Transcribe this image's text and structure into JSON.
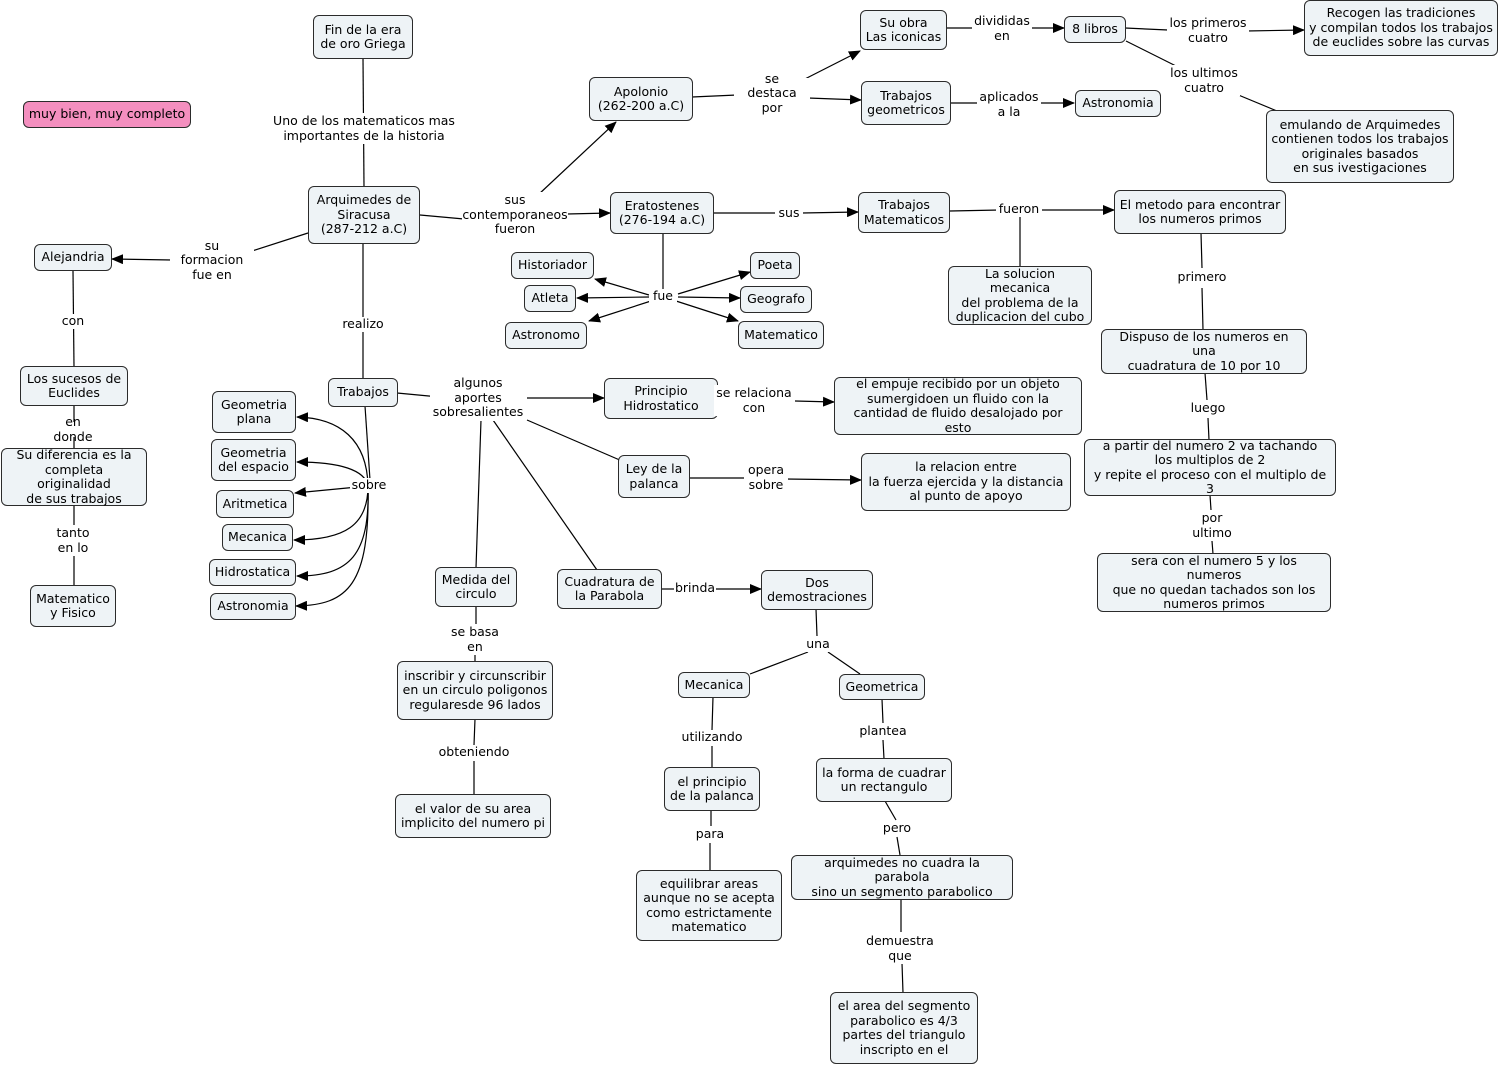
{
  "comment_note": "muy bien, muy completo",
  "nodes": {
    "fin_era": "Fin de la era\nde oro Griega",
    "arquimedes": "Arquimedes de\nSiracusa\n(287-212 a.C)",
    "alejandria": "Alejandria",
    "sucesos_euclides": "Los sucesos de\nEuclides",
    "diferencia": "Su diferencia es la\ncompleta originalidad\nde sus trabajos",
    "matematico_fisico": "Matematico\ny Fisico",
    "trabajos": "Trabajos",
    "geometria_plana": "Geometria\nplana",
    "geometria_espacio": "Geometria\ndel espacio",
    "aritmetica": "Aritmetica",
    "mecanica": "Mecanica",
    "hidrostatica": "Hidrostatica",
    "astronomia_left": "Astronomia",
    "apolonio": "Apolonio\n(262-200 a.C)",
    "su_obra": "Su obra\nLas iconicas",
    "ocho_libros": "8 libros",
    "recogen": "Recogen las tradiciones\ny compilan todos los trabajos\nde euclides sobre las curvas",
    "emulando": "emulando de Arquimedes\ncontienen todos los trabajos\noriginales basados\nen sus ivestigaciones",
    "trabajos_geometricos": "Trabajos\ngeometricos",
    "astronomia_right": "Astronomia",
    "eratostenes": "Eratostenes\n(276-194 a.C)",
    "historiador": "Historiador",
    "atleta": "Atleta",
    "astronomo": "Astronomo",
    "poeta": "Poeta",
    "geografo": "Geografo",
    "matematico": "Matematico",
    "trabajos_matematicos": "Trabajos\nMatematicos",
    "solucion_mecanica": "La solucion mecanica\ndel  problema de la\nduplicacion del cubo",
    "metodo_primos": "El metodo para encontrar\nlos numeros primos",
    "dispuso": "Dispuso de los numeros en una\ncuadratura de 10 por 10",
    "partir_2": "a partir del numero 2 va tachando\nlos multiplos de 2\ny repite el proceso con el multiplo de 3",
    "numero_5": "sera con el numero 5 y los numeros\nque no quedan tachados son los\nnumeros primos",
    "principio_hidro": "Principio\nHidrostatico",
    "empuje": "el empuje recibido por un objeto\nsumergidoen un fluido con la\ncantidad de fluido desalojado por esto",
    "ley_palanca": "Ley de la\npalanca",
    "relacion_fuerza": "la relacion entre\nla fuerza ejercida y la distancia\nal punto de apoyo",
    "medida_circulo": "Medida del\ncirculo",
    "inscribir": "inscribir y circunscribir\nen un circulo poligonos\nregularesde 96 lados",
    "valor_area": "el valor de su area\nimplicito del numero pi",
    "cuadratura_parabola": "Cuadratura de\nla Parabola",
    "dos_demostraciones": "Dos\ndemostraciones",
    "mecanica_demo": "Mecanica",
    "geometrica": "Geometrica",
    "principio_palanca": "el principio\nde la palanca",
    "equilibrar": "equilibrar areas\naunque no se acepta\ncomo estrictamente\nmatematico",
    "forma_cuadrar": "la forma de cuadrar\nun rectangulo",
    "no_cuadra": "arquimedes no cuadra la parabola\nsino un segmento parabolico",
    "area_segmento": "el area del segmento\nparabolico es 4/3\npartes del triangulo\ninscripto en el"
  },
  "links": {
    "uno_de": "Uno de los matematicos mas\nimportantes de la historia",
    "su_formacion": "su formacion\nfue en",
    "con": "con",
    "en_donde": "en donde",
    "tanto_en_lo": "tanto\nen lo",
    "realizo": "realizo",
    "sobre": "sobre",
    "sus_contemporaneos": "sus\ncontemporaneos\nfueron",
    "se_destaca": "se\ndestaca por",
    "divididas_en": "divididas\nen",
    "los_primeros": "los primeros\ncuatro",
    "los_ultimos": "los ultimos\ncuatro",
    "aplicados_a_la": "aplicados\na la",
    "fue": "fue",
    "sus": "sus",
    "fueron": "fueron",
    "primero": "primero",
    "luego": "luego",
    "por_ultimo": "por\nultimo",
    "algunos_aportes": "algunos\naportes\nsobresalientes",
    "se_relaciona": "se relaciona\ncon",
    "opera_sobre": "opera\nsobre",
    "se_basa_en": "se basa\nen",
    "obteniendo": "obteniendo",
    "brinda": "brinda",
    "una": "una",
    "utilizando": "utilizando",
    "para": "para",
    "plantea": "plantea",
    "pero": "pero",
    "demuestra_que": "demuestra\nque"
  }
}
